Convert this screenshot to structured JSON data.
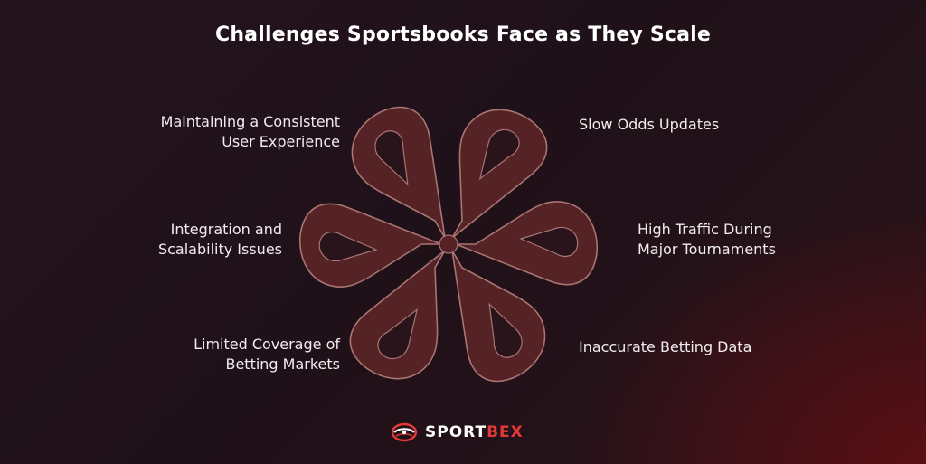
{
  "title": "Challenges Sportsbooks Face as They Scale",
  "challenges": {
    "top_left": [
      "Maintaining a Consistent",
      "User Experience"
    ],
    "middle_left": [
      "Integration and",
      "Scalability Issues"
    ],
    "bottom_left": [
      "Limited Coverage of",
      "Betting Markets"
    ],
    "top_right": [
      "Slow Odds Updates"
    ],
    "middle_right": [
      "High Traffic During",
      "Major Tournaments"
    ],
    "bottom_right": [
      "Inaccurate Betting Data"
    ]
  },
  "logo": {
    "text_main": "SPORT",
    "text_accent": "BEX"
  },
  "colors": {
    "background": "#24121d",
    "band_fill": "#5a2426",
    "band_stroke": "#b07a78",
    "logo_accent": "#e33a35"
  }
}
